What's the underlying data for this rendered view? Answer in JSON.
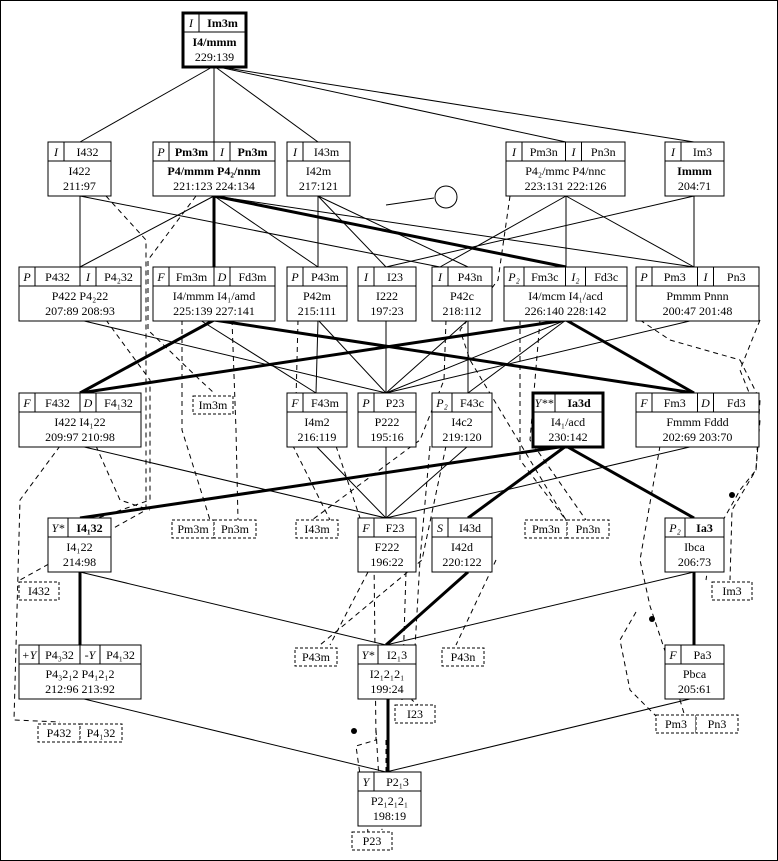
{
  "title": "Im3m lattice of subgroups (cubic space groups)",
  "nodes": [
    {
      "id": "im3m",
      "boxes": [
        {
          "pre": "I",
          "sym": "Im3m",
          "bold": true
        }
      ],
      "lines": [
        {
          "t": "I4/mmm",
          "b": true
        },
        {
          "t": "229:139"
        }
      ],
      "thick": true
    },
    {
      "id": "i432",
      "boxes": [
        {
          "pre": "I",
          "sym": "I432"
        }
      ],
      "lines": [
        {
          "t": "I422"
        },
        {
          "t": "211:97"
        }
      ]
    },
    {
      "id": "pm3m",
      "boxes": [
        {
          "pre": "P",
          "sym": "Pm3m",
          "bold": true
        },
        {
          "pre": "I",
          "sym": "Pn3m",
          "bold": true
        }
      ],
      "lines": [
        {
          "t": "P4/mmm   P4₂/nnm",
          "b": true
        },
        {
          "t": "221:123   224:134"
        }
      ]
    },
    {
      "id": "i43m",
      "boxes": [
        {
          "pre": "I",
          "sym": "I43m"
        }
      ],
      "lines": [
        {
          "t": "I42m"
        },
        {
          "t": "217:121"
        }
      ]
    },
    {
      "id": "pm3n",
      "boxes": [
        {
          "pre": "I",
          "sym": "Pm3n"
        },
        {
          "pre": "I",
          "sym": "Pn3n"
        }
      ],
      "lines": [
        {
          "t": "P4₂/mmc  P4/nnc"
        },
        {
          "t": "223:131   222:126"
        }
      ]
    },
    {
      "id": "im3",
      "boxes": [
        {
          "pre": "I",
          "sym": "Im3"
        }
      ],
      "lines": [
        {
          "t": "Immm",
          "b": true
        },
        {
          "t": "204:71"
        }
      ]
    },
    {
      "id": "p432",
      "boxes": [
        {
          "pre": "P",
          "sym": "P432"
        },
        {
          "pre": "I",
          "sym": "P4₂32"
        }
      ],
      "lines": [
        {
          "t": "P422    P4₂22"
        },
        {
          "t": "207:89   208:93"
        }
      ]
    },
    {
      "id": "fm3m",
      "boxes": [
        {
          "pre": "F",
          "sym": "Fm3m"
        },
        {
          "pre": "D",
          "sym": "Fd3m"
        }
      ],
      "lines": [
        {
          "t": "I4/mmm  I4₁/amd"
        },
        {
          "t": "225:139  227:141"
        }
      ]
    },
    {
      "id": "p43m",
      "boxes": [
        {
          "pre": "P",
          "sym": "P43m"
        }
      ],
      "lines": [
        {
          "t": "P42m"
        },
        {
          "t": "215:111"
        }
      ]
    },
    {
      "id": "i23",
      "boxes": [
        {
          "pre": "I",
          "sym": "I23"
        }
      ],
      "lines": [
        {
          "t": "I222"
        },
        {
          "t": "197:23"
        }
      ]
    },
    {
      "id": "p43n",
      "boxes": [
        {
          "pre": "I",
          "sym": "P43n"
        }
      ],
      "lines": [
        {
          "t": "P42c"
        },
        {
          "t": "218:112"
        }
      ]
    },
    {
      "id": "fm3c",
      "boxes": [
        {
          "pre": "P₂",
          "sym": "Fm3c"
        },
        {
          "pre": "I₂",
          "sym": "Fd3c"
        }
      ],
      "lines": [
        {
          "t": "I4/mcm  I4₁/acd"
        },
        {
          "t": "226:140  228:142"
        }
      ]
    },
    {
      "id": "pm3",
      "boxes": [
        {
          "pre": "P",
          "sym": "Pm3"
        },
        {
          "pre": "I",
          "sym": "Pn3"
        }
      ],
      "lines": [
        {
          "t": "Pmmm    Pnnn"
        },
        {
          "t": "200:47   201:48"
        }
      ]
    },
    {
      "id": "f432",
      "boxes": [
        {
          "pre": "F",
          "sym": "F432"
        },
        {
          "pre": "D",
          "sym": "F4₁32"
        }
      ],
      "lines": [
        {
          "t": "I422    I4₁22"
        },
        {
          "t": "209:97   210:98"
        }
      ]
    },
    {
      "id": "f43m",
      "boxes": [
        {
          "pre": "F",
          "sym": "F43m"
        }
      ],
      "lines": [
        {
          "t": "I4m2"
        },
        {
          "t": "216:119"
        }
      ]
    },
    {
      "id": "p23",
      "boxes": [
        {
          "pre": "P",
          "sym": "P23"
        }
      ],
      "lines": [
        {
          "t": "P222"
        },
        {
          "t": "195:16"
        }
      ]
    },
    {
      "id": "f43c",
      "boxes": [
        {
          "pre": "P₂",
          "sym": "F43c"
        }
      ],
      "lines": [
        {
          "t": "I4c2"
        },
        {
          "t": "219:120"
        }
      ]
    },
    {
      "id": "ia3d",
      "boxes": [
        {
          "pre": "Y**",
          "sym": "Ia3d",
          "bold": true
        }
      ],
      "lines": [
        {
          "t": "I4₁/acd"
        },
        {
          "t": "230:142"
        }
      ],
      "thick": true
    },
    {
      "id": "fm3",
      "boxes": [
        {
          "pre": "F",
          "sym": "Fm3"
        },
        {
          "pre": "D",
          "sym": "Fd3"
        }
      ],
      "lines": [
        {
          "t": "Fmmm    Fddd"
        },
        {
          "t": "202:69   203:70"
        }
      ]
    },
    {
      "id": "i4132",
      "boxes": [
        {
          "pre": "Y*",
          "sym": "I4₁32",
          "bold": true
        }
      ],
      "lines": [
        {
          "t": "I4₁22"
        },
        {
          "t": "214:98"
        }
      ]
    },
    {
      "id": "f23",
      "boxes": [
        {
          "pre": "F",
          "sym": "F23"
        }
      ],
      "lines": [
        {
          "t": "F222"
        },
        {
          "t": "196:22"
        }
      ]
    },
    {
      "id": "i43d",
      "boxes": [
        {
          "pre": "S",
          "sym": "I43d"
        }
      ],
      "lines": [
        {
          "t": "I42d"
        },
        {
          "t": "220:122"
        }
      ]
    },
    {
      "id": "ia3",
      "boxes": [
        {
          "pre": "P₂",
          "sym": "Ia3",
          "bold": true
        }
      ],
      "lines": [
        {
          "t": "Ibca"
        },
        {
          "t": "206:73"
        }
      ]
    },
    {
      "id": "p4332",
      "boxes": [
        {
          "pre": "+Y",
          "sym": "P4₃32"
        },
        {
          "pre": "-Y",
          "sym": "P4₁32"
        }
      ],
      "lines": [
        {
          "t": "P4₃2₁2   P4₁2₁2"
        },
        {
          "t": "212:96   213:92"
        }
      ]
    },
    {
      "id": "i213",
      "boxes": [
        {
          "pre": "Y*",
          "sym": "I2₁3"
        }
      ],
      "lines": [
        {
          "t": "I2₁2₁2₁"
        },
        {
          "t": "199:24"
        }
      ]
    },
    {
      "id": "pa3",
      "boxes": [
        {
          "pre": "F",
          "sym": "Pa3"
        }
      ],
      "lines": [
        {
          "t": "Pbca"
        },
        {
          "t": "205:61"
        }
      ]
    },
    {
      "id": "p213",
      "boxes": [
        {
          "pre": "Y",
          "sym": "P2₁3"
        }
      ],
      "lines": [
        {
          "t": "P2₁2₁2₁"
        },
        {
          "t": "198:19"
        }
      ]
    }
  ],
  "dashed_labels": [
    "Im3m",
    "Pm3m",
    "Pn3m",
    "I43m",
    "Pm3n",
    "Pn3n",
    "I432",
    "Im3",
    "P43m",
    "P43n",
    "I23",
    "P432",
    "P4₁32",
    "Pm3",
    "Pn3",
    "P23"
  ]
}
